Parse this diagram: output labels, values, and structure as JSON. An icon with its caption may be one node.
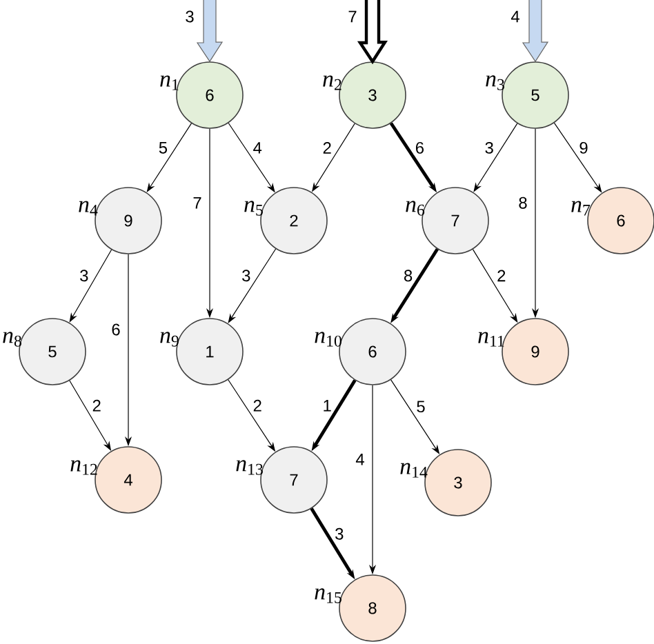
{
  "diagram": {
    "nodes": [
      {
        "text": [
          "6"
        ],
        "beside": [
          "*n*$_{1}$"
        ]
      },
      {
        "text": [
          "3"
        ],
        "beside": [
          "*n*$_{2}$"
        ]
      },
      {
        "text": [
          "5"
        ],
        "beside": [
          "*n*$_{3}$"
        ]
      },
      {
        "text": [
          "9"
        ],
        "beside": [
          "*n*$_{4}$"
        ]
      },
      {
        "text": [
          "2"
        ],
        "beside": [
          "*n*$_{5}$"
        ]
      },
      {
        "text": [
          "7"
        ],
        "beside": [
          "*n*$_{6}$"
        ]
      },
      {
        "text": [
          "6"
        ],
        "beside": [
          "*n*$_{7}$"
        ]
      },
      {
        "text": [
          "5"
        ],
        "beside": [
          "*n*$_{8}$"
        ]
      },
      {
        "text": [
          "1"
        ],
        "beside": [
          "*n*$_{9}$"
        ]
      },
      {
        "text": [
          "6"
        ],
        "beside": [
          "*n*$_{10}$"
        ]
      },
      {
        "text": [
          "9"
        ],
        "beside": [
          "*n*$_{11}$"
        ]
      },
      {
        "text": [
          "4"
        ],
        "beside": [
          "*n*$_{12}$"
        ]
      },
      {
        "text": [
          "7"
        ],
        "beside": [
          "*n*$_{13}$"
        ]
      },
      {
        "text": [
          "3"
        ],
        "beside": [
          "*n*$_{14}$"
        ]
      },
      {
        "text": [
          "8"
        ],
        "beside": [
          "*n*$_{15}$"
        ]
      }
    ],
    "edges": [
      {
        "from": null,
        "to": 0,
        "arrow": "to",
        "label": "3"
      },
      {
        "from": null,
        "to": 1,
        "arrow": "to",
        "label": "7",
        "style": "thick"
      },
      {
        "from": null,
        "to": 2,
        "arrow": "to",
        "label": "4"
      },
      {
        "from": 0,
        "to": 3,
        "arrow": "to",
        "label": "5"
      },
      {
        "from": 0,
        "to": 8,
        "arrow": "to",
        "label": "7"
      },
      {
        "from": 0,
        "to": 4,
        "arrow": "to",
        "label": "4"
      },
      {
        "from": 1,
        "to": 4,
        "arrow": "to",
        "label": "2"
      },
      {
        "from": 1,
        "to": 5,
        "arrow": "to",
        "label": "6",
        "style": "thick"
      },
      {
        "from": 2,
        "to": 5,
        "arrow": "to",
        "label": "3"
      },
      {
        "from": 2,
        "to": 10,
        "arrow": "to",
        "label": "8"
      },
      {
        "from": 2,
        "to": 6,
        "arrow": "to",
        "label": "9"
      },
      {
        "from": 3,
        "to": 7,
        "arrow": "to",
        "label": "3"
      },
      {
        "from": 3,
        "to": 11,
        "arrow": "to",
        "label": "6"
      },
      {
        "from": 4,
        "to": 8,
        "arrow": "to",
        "label": "3"
      },
      {
        "from": 5,
        "to": 9,
        "arrow": "to",
        "label": "8",
        "style": "thick"
      },
      {
        "from": 5,
        "to": 10,
        "arrow": "to",
        "label": "2"
      },
      {
        "from": 7,
        "to": 11,
        "arrow": "to",
        "label": "2"
      },
      {
        "from": 8,
        "to": 12,
        "arrow": "to",
        "label": "2"
      },
      {
        "from": 9,
        "to": 12,
        "arrow": "to",
        "label": "1",
        "style": "thick"
      },
      {
        "from": 9,
        "to": 14,
        "arrow": "to",
        "label": "4"
      },
      {
        "from": 9,
        "to": 13,
        "arrow": "to",
        "label": "5"
      },
      {
        "from": 12,
        "to": 14,
        "arrow": "to",
        "label": "3",
        "style": "thick"
      }
    ]
  }
}
